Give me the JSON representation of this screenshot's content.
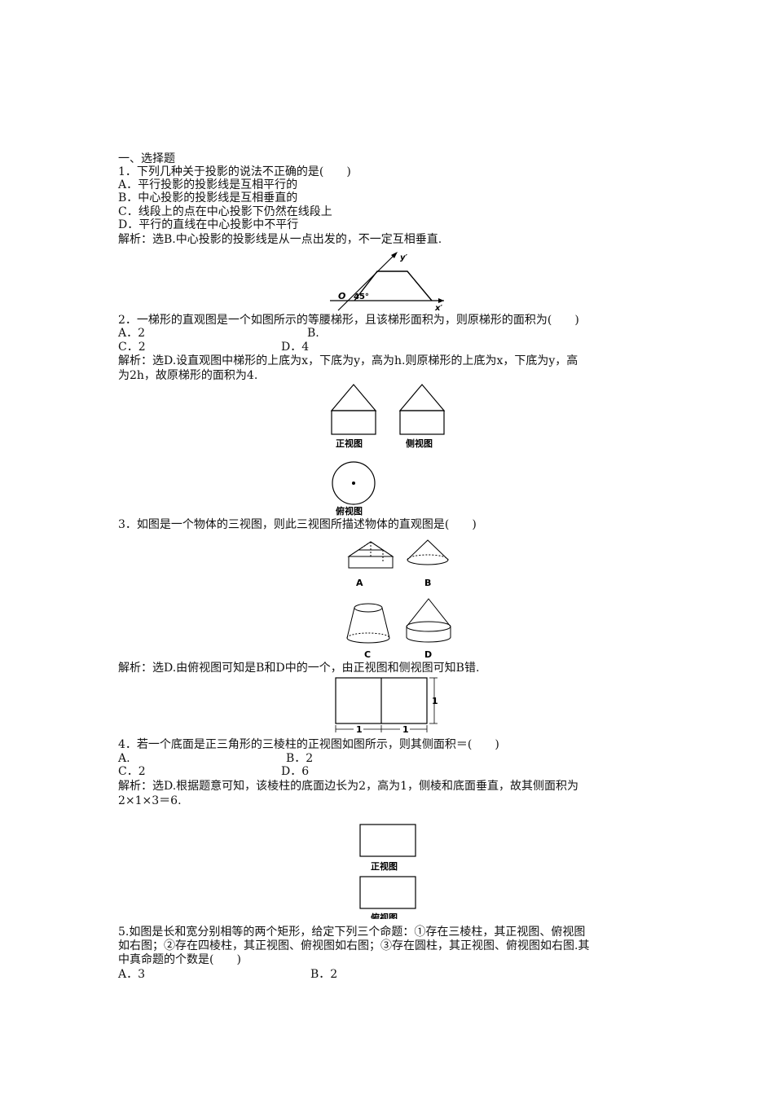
{
  "section_title": "一、选择题",
  "questions": [
    {
      "stem": "1．下列几种关于投影的说法不正确的是(　　)",
      "options": [
        "A．平行投影的投影线是互相平行的",
        "B．中心投影的投影线是互相垂直的",
        "C．线段上的点在中心投影下仍然在线段上",
        "D．平行的直线在中心投影中不平行"
      ],
      "analysis": [
        "解析：选B.中心投影的投影线是从一点出发的，不一定互相垂直."
      ]
    },
    {
      "figure_labels": {
        "origin": "O",
        "angle": "45°",
        "x_axis": "x′",
        "y_axis": "y′"
      },
      "stem": "2．一梯形的直观图是一个如图所示的等腰梯形，且该梯形面积为，则原梯形的面积为(　　)",
      "options": [
        "A．2",
        "B.",
        "C．2",
        "D．4"
      ],
      "analysis": [
        "解析：选D.设直观图中梯形的上底为x，下底为y，高为h.则原梯形的上底为x，下底为y，高",
        "为2h，故原梯形的面积为4."
      ]
    },
    {
      "figure_labels": {
        "front": "正视图",
        "side": "侧视图",
        "top": "俯视图"
      },
      "stem": "3．如图是一个物体的三视图，则此三视图所描述物体的直观图是(　　)",
      "choice_labels": [
        "A",
        "B",
        "C",
        "D"
      ],
      "analysis": [
        "解析：选D.由俯视图可知是B和D中的一个，由正视图和侧视图可知B错."
      ]
    },
    {
      "figure_labels": {
        "width_left": "1",
        "width_right": "1",
        "height": "1"
      },
      "stem": "4．若一个底面是正三角形的三棱柱的正视图如图所示，则其侧面积＝(　　)",
      "options": [
        "A.",
        "B．2",
        "C．2",
        "D．6"
      ],
      "analysis": [
        "解析：选D.根据题意可知，该棱柱的底面边长为2，高为1，侧棱和底面垂直，故其侧面积为",
        "2×1×3＝6."
      ]
    },
    {
      "figure_labels": {
        "front": "正视图",
        "top": "俯视图"
      },
      "stem_lines": [
        "5.如图是长和宽分别相等的两个矩形，给定下列三个命题：①存在三棱柱，其正视图、俯视图",
        "如右图；②存在四棱柱，其正视图、俯视图如右图；③存在圆柱，其正视图、俯视图如右图.其",
        "中真命题的个数是(　　)"
      ],
      "options": [
        "A．3",
        "B．2"
      ]
    }
  ]
}
